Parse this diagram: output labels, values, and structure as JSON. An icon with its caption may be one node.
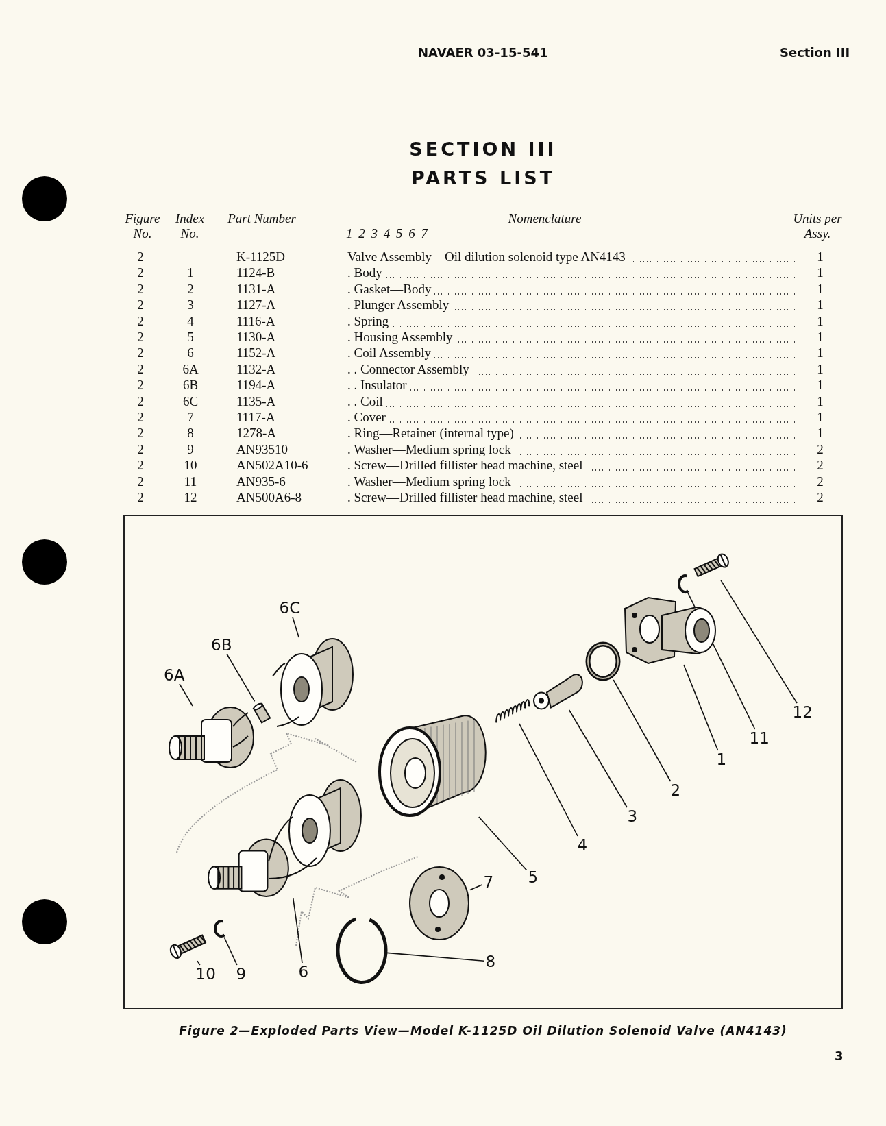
{
  "diagram": {
    "title": "SECTION III",
    "caption": "Figure 2—Exploded Parts View—Model K-1125D Oil Dilution Solenoid Valve (AN4143)",
    "nodes": [
      {
        "text": [
          "1"
        ]
      },
      {
        "text": [
          "2"
        ]
      },
      {
        "text": [
          "3"
        ]
      },
      {
        "text": [
          "4"
        ]
      },
      {
        "text": [
          "5"
        ]
      },
      {
        "text": [
          "6"
        ]
      },
      {
        "text": [
          "6A"
        ]
      },
      {
        "text": [
          "6B"
        ]
      },
      {
        "text": [
          "6C"
        ]
      },
      {
        "text": [
          "7"
        ]
      },
      {
        "text": [
          "8"
        ]
      },
      {
        "text": [
          "9"
        ]
      },
      {
        "text": [
          "10"
        ]
      },
      {
        "text": [
          "11"
        ]
      },
      {
        "text": [
          "12"
        ]
      },
      {
        "text": [],
        "shape": "picture"
      },
      {
        "text": [],
        "shape": "picture"
      },
      {
        "text": [],
        "shape": "picture"
      },
      {
        "text": [],
        "shape": "picture"
      },
      {
        "text": [],
        "shape": "picture"
      },
      {
        "text": [],
        "shape": "picture"
      },
      {
        "text": [],
        "shape": "picture"
      },
      {
        "text": [],
        "shape": "picture"
      },
      {
        "text": [],
        "shape": "picture"
      },
      {
        "text": [],
        "shape": "picture"
      },
      {
        "text": [],
        "shape": "picture"
      },
      {
        "text": [],
        "shape": "picture"
      },
      {
        "text": [],
        "shape": "picture"
      },
      {
        "text": [],
        "shape": "picture"
      },
      {
        "text": [],
        "shape": "picture"
      }
    ],
    "edges": [
      {
        "from": 0,
        "to": 27,
        "arrow": "none"
      },
      {
        "from": 1,
        "to": 26,
        "arrow": "none"
      },
      {
        "from": 2,
        "to": 25,
        "arrow": "none"
      },
      {
        "from": 3,
        "to": 24,
        "arrow": "none"
      },
      {
        "from": 4,
        "to": 22,
        "arrow": "none"
      },
      {
        "from": 5,
        "to": 19,
        "arrow": "none"
      },
      {
        "from": 6,
        "to": 16,
        "arrow": "none"
      },
      {
        "from": 7,
        "to": 18,
        "arrow": "none"
      },
      {
        "from": 8,
        "to": 20,
        "arrow": "none"
      },
      {
        "from": 9,
        "to": 23,
        "arrow": "none"
      },
      {
        "from": 10,
        "to": 21,
        "arrow": "none"
      },
      {
        "from": 11,
        "to": 17,
        "arrow": "none"
      },
      {
        "from": 12,
        "to": 15,
        "arrow": "none"
      },
      {
        "from": 13,
        "to": 28,
        "arrow": "none"
      },
      {
        "from": 14,
        "to": 29,
        "arrow": "none"
      }
    ],
    "labels": [
      "NAVAER 03-15-541",
      "Section III",
      "PARTS LIST",
      "Figure No.",
      "Index No.",
      "Part Number",
      "Nomenclature",
      "1 2 3 4 5 6 7",
      "Units per Assy.",
      "2",
      "K-1125D",
      "Valve Assembly—Oil dilution solenoid type AN4143",
      "1",
      "2",
      "1",
      "1124-B",
      ". Body",
      "1",
      "2",
      "2",
      "1131-A",
      ". Gasket—Body",
      "1",
      "2",
      "3",
      "1127-A",
      ". Plunger Assembly",
      "1",
      "2",
      "4",
      "1116-A",
      ". Spring",
      "1",
      "2",
      "5",
      "1130-A",
      ". Housing Assembly",
      "1",
      "2",
      "6",
      "1152-A",
      ". Coil Assembly",
      "1",
      "2",
      "6A",
      "1132-A",
      ". . Connector Assembly",
      "1",
      "2",
      "6B",
      "1194-A",
      ". . Insulator",
      "1",
      "2",
      "6C",
      "1135-A",
      ". . Coil",
      "1",
      "2",
      "7",
      "1117-A",
      ". Cover",
      "1",
      "2",
      "8",
      "1278-A",
      ". Ring—Retainer (internal type)",
      "1",
      "2",
      "9",
      "AN93510",
      ". Washer—Medium spring lock",
      "2",
      "2",
      "10",
      "AN502A10-6",
      ". Screw—Drilled fillister head machine, steel",
      "2",
      "2",
      "11",
      "AN935-6",
      ". Washer—Medium spring lock",
      "2",
      "2",
      "12",
      "AN500A6-8",
      ". Screw—Drilled fillister head machine, steel",
      "2",
      "3"
    ]
  }
}
